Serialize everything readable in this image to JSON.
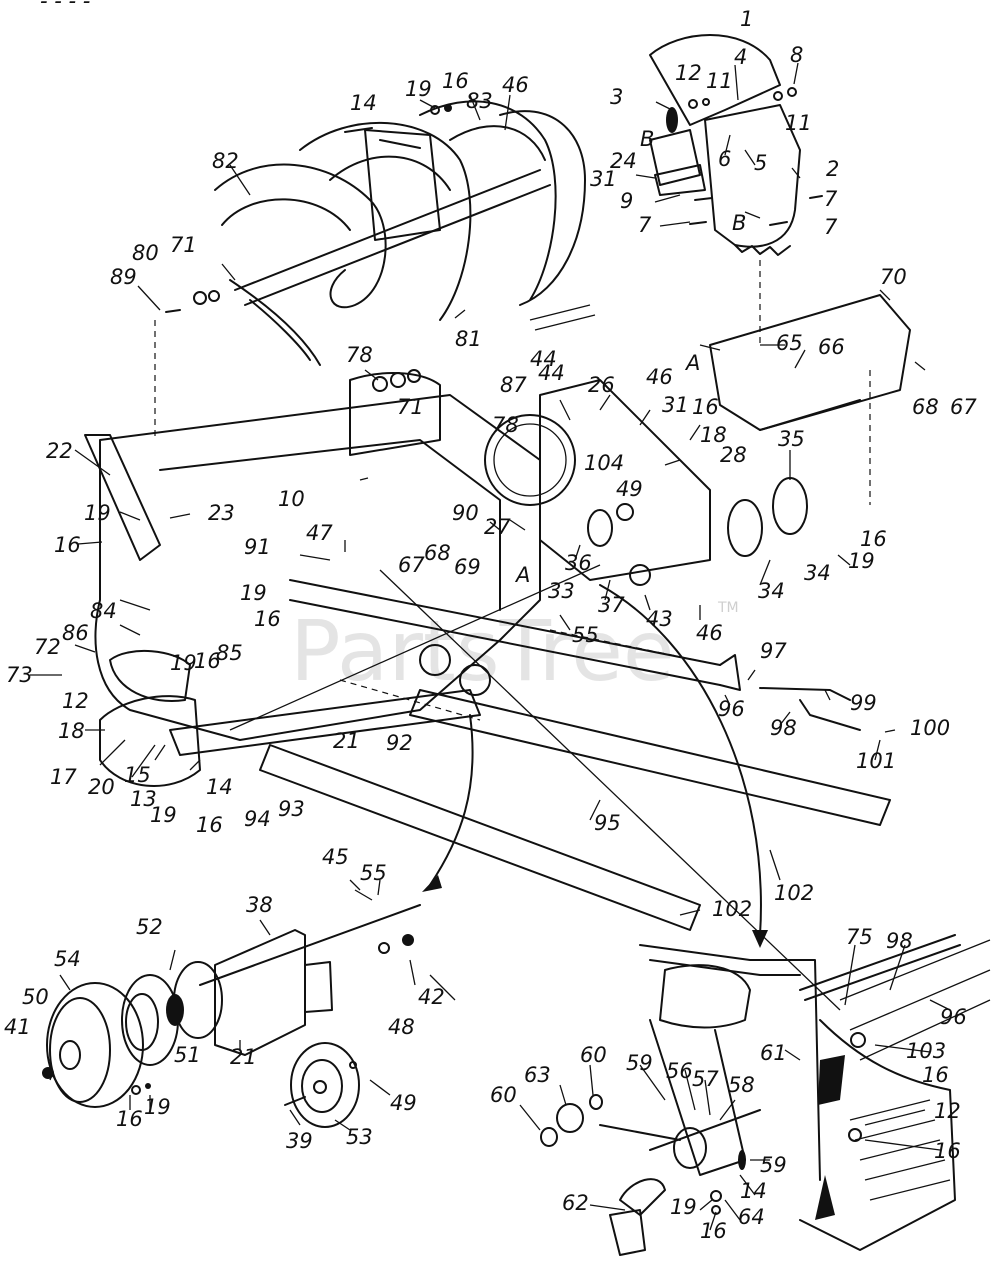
{
  "header": {
    "model_fragment": "- - - -"
  },
  "watermark": {
    "text": "PartsTree",
    "trademark": "TM"
  },
  "callouts": [
    {
      "id": "c1",
      "text": "1"
    },
    {
      "id": "c2",
      "text": "2"
    },
    {
      "id": "c3",
      "text": "3"
    },
    {
      "id": "c4",
      "text": "4"
    },
    {
      "id": "c5",
      "text": "5"
    },
    {
      "id": "c6",
      "text": "6"
    },
    {
      "id": "c7a",
      "text": "7"
    },
    {
      "id": "c7b",
      "text": "7"
    },
    {
      "id": "c7c",
      "text": "7"
    },
    {
      "id": "c8",
      "text": "8"
    },
    {
      "id": "c9",
      "text": "9"
    },
    {
      "id": "c11a",
      "text": "11"
    },
    {
      "id": "c11b",
      "text": "11"
    },
    {
      "id": "c12a",
      "text": "12"
    },
    {
      "id": "cBa",
      "text": "B"
    },
    {
      "id": "cBb",
      "text": "B"
    },
    {
      "id": "c24",
      "text": "24"
    },
    {
      "id": "c31a",
      "text": "31"
    },
    {
      "id": "c14a",
      "text": "14"
    },
    {
      "id": "c19a",
      "text": "19"
    },
    {
      "id": "c16a",
      "text": "16"
    },
    {
      "id": "c83",
      "text": "83"
    },
    {
      "id": "c46a",
      "text": "46"
    },
    {
      "id": "c82",
      "text": "82"
    },
    {
      "id": "c80",
      "text": "80"
    },
    {
      "id": "c71a",
      "text": "71"
    },
    {
      "id": "c89",
      "text": "89"
    },
    {
      "id": "c81",
      "text": "81"
    },
    {
      "id": "c44a",
      "text": "44"
    },
    {
      "id": "c78a",
      "text": "78"
    },
    {
      "id": "c70",
      "text": "70"
    },
    {
      "id": "cAa",
      "text": "A"
    },
    {
      "id": "c65",
      "text": "65"
    },
    {
      "id": "c66",
      "text": "66"
    },
    {
      "id": "c68a",
      "text": "68"
    },
    {
      "id": "c67a",
      "text": "67"
    },
    {
      "id": "c71b",
      "text": "71"
    },
    {
      "id": "c87",
      "text": "87"
    },
    {
      "id": "c44b",
      "text": "44"
    },
    {
      "id": "c26",
      "text": "26"
    },
    {
      "id": "c46b",
      "text": "46"
    },
    {
      "id": "c31b",
      "text": "31"
    },
    {
      "id": "c16b",
      "text": "16"
    },
    {
      "id": "c18a",
      "text": "18"
    },
    {
      "id": "c28",
      "text": "28"
    },
    {
      "id": "c35",
      "text": "35"
    },
    {
      "id": "c22",
      "text": "22"
    },
    {
      "id": "c78b",
      "text": "78"
    },
    {
      "id": "c104",
      "text": "104"
    },
    {
      "id": "c49a",
      "text": "49"
    },
    {
      "id": "c19b",
      "text": "19"
    },
    {
      "id": "c16c",
      "text": "16"
    },
    {
      "id": "c23",
      "text": "23"
    },
    {
      "id": "c10",
      "text": "10"
    },
    {
      "id": "c90",
      "text": "90"
    },
    {
      "id": "c27",
      "text": "27"
    },
    {
      "id": "c16d",
      "text": "16"
    },
    {
      "id": "c19c",
      "text": "19"
    },
    {
      "id": "c34a",
      "text": "34"
    },
    {
      "id": "c91",
      "text": "91"
    },
    {
      "id": "c47",
      "text": "47"
    },
    {
      "id": "c68b",
      "text": "68"
    },
    {
      "id": "c67b",
      "text": "67"
    },
    {
      "id": "c69",
      "text": "69"
    },
    {
      "id": "cAb",
      "text": "A"
    },
    {
      "id": "c36",
      "text": "36"
    },
    {
      "id": "c37",
      "text": "37"
    },
    {
      "id": "c33",
      "text": "33"
    },
    {
      "id": "c34b",
      "text": "34"
    },
    {
      "id": "c19d",
      "text": "19"
    },
    {
      "id": "c16e",
      "text": "16"
    },
    {
      "id": "c43",
      "text": "43"
    },
    {
      "id": "c46c",
      "text": "46"
    },
    {
      "id": "c55a",
      "text": "55"
    },
    {
      "id": "c84",
      "text": "84"
    },
    {
      "id": "c86",
      "text": "86"
    },
    {
      "id": "c19e",
      "text": "19"
    },
    {
      "id": "c16f",
      "text": "16"
    },
    {
      "id": "c85",
      "text": "85"
    },
    {
      "id": "c72",
      "text": "72"
    },
    {
      "id": "c73",
      "text": "73"
    },
    {
      "id": "c12b",
      "text": "12"
    },
    {
      "id": "c97",
      "text": "97"
    },
    {
      "id": "c99",
      "text": "99"
    },
    {
      "id": "c96a",
      "text": "96"
    },
    {
      "id": "c98a",
      "text": "98"
    },
    {
      "id": "c100",
      "text": "100"
    },
    {
      "id": "c101",
      "text": "101"
    },
    {
      "id": "c18b",
      "text": "18"
    },
    {
      "id": "c17",
      "text": "17"
    },
    {
      "id": "c20",
      "text": "20"
    },
    {
      "id": "c15",
      "text": "15"
    },
    {
      "id": "c13",
      "text": "13"
    },
    {
      "id": "c14b",
      "text": "14"
    },
    {
      "id": "c21a",
      "text": "21"
    },
    {
      "id": "c92",
      "text": "92"
    },
    {
      "id": "c19f",
      "text": "19"
    },
    {
      "id": "c16g",
      "text": "16"
    },
    {
      "id": "c94",
      "text": "94"
    },
    {
      "id": "c93",
      "text": "93"
    },
    {
      "id": "c95",
      "text": "95"
    },
    {
      "id": "c102a",
      "text": "102"
    },
    {
      "id": "c45",
      "text": "45"
    },
    {
      "id": "c55b",
      "text": "55"
    },
    {
      "id": "c38",
      "text": "38"
    },
    {
      "id": "c102b",
      "text": "102"
    },
    {
      "id": "c52",
      "text": "52"
    },
    {
      "id": "c54",
      "text": "54"
    },
    {
      "id": "c42",
      "text": "42"
    },
    {
      "id": "c48",
      "text": "48"
    },
    {
      "id": "c50",
      "text": "50"
    },
    {
      "id": "c41",
      "text": "41"
    },
    {
      "id": "c21b",
      "text": "21"
    },
    {
      "id": "c51",
      "text": "51"
    },
    {
      "id": "c16h",
      "text": "16"
    },
    {
      "id": "c19g",
      "text": "19"
    },
    {
      "id": "c49b",
      "text": "49"
    },
    {
      "id": "c39",
      "text": "39"
    },
    {
      "id": "c53",
      "text": "53"
    },
    {
      "id": "c75",
      "text": "75"
    },
    {
      "id": "c98b",
      "text": "98"
    },
    {
      "id": "c96b",
      "text": "96"
    },
    {
      "id": "c103",
      "text": "103"
    },
    {
      "id": "c61",
      "text": "61"
    },
    {
      "id": "c16i",
      "text": "16"
    },
    {
      "id": "c60a",
      "text": "60"
    },
    {
      "id": "c63",
      "text": "63"
    },
    {
      "id": "c59a",
      "text": "59"
    },
    {
      "id": "c56",
      "text": "56"
    },
    {
      "id": "c57",
      "text": "57"
    },
    {
      "id": "c58",
      "text": "58"
    },
    {
      "id": "c60b",
      "text": "60"
    },
    {
      "id": "c12c",
      "text": "12"
    },
    {
      "id": "c16j",
      "text": "16"
    },
    {
      "id": "c59b",
      "text": "59"
    },
    {
      "id": "c14c",
      "text": "14"
    },
    {
      "id": "c62",
      "text": "62"
    },
    {
      "id": "c19h",
      "text": "19"
    },
    {
      "id": "c64",
      "text": "64"
    },
    {
      "id": "c16k",
      "text": "16"
    }
  ]
}
